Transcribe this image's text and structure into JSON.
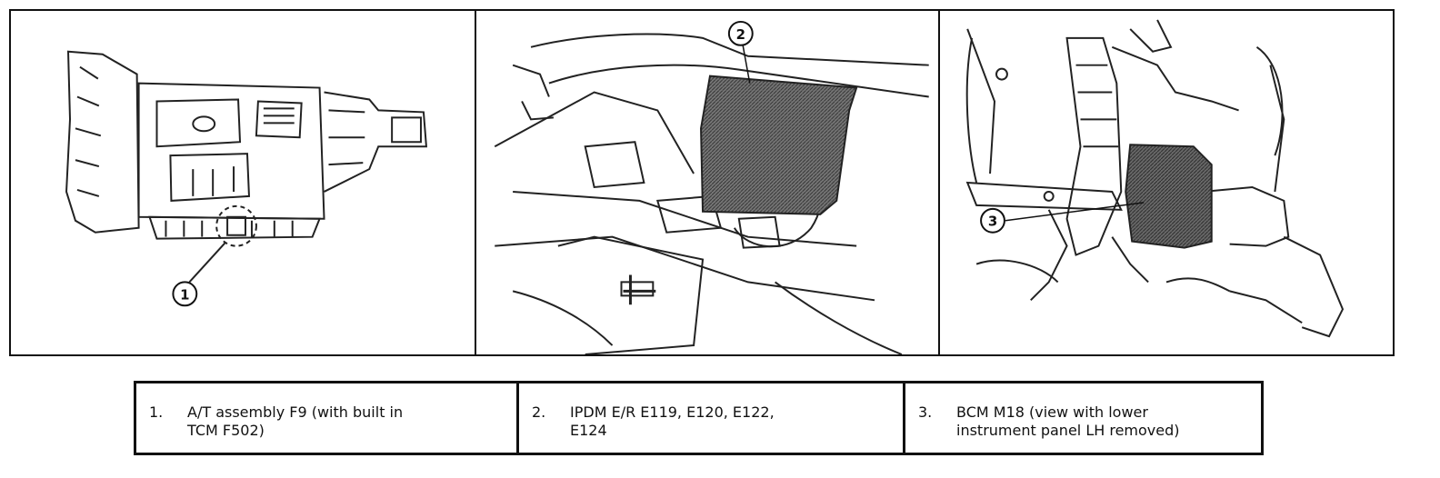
{
  "callouts": {
    "c1": "1",
    "c2": "2",
    "c3": "3"
  },
  "legend": [
    {
      "num": "1.",
      "text": "A/T assembly F9 (with built in\nTCM F502)"
    },
    {
      "num": "2.",
      "text": "IPDM E/R E119, E120, E122,\nE124"
    },
    {
      "num": "3.",
      "text": "BCM M18 (view with lower\ninstrument panel LH removed)"
    }
  ]
}
